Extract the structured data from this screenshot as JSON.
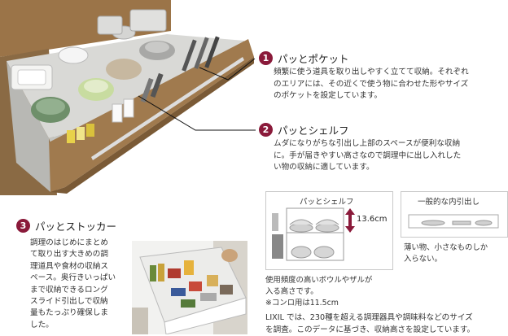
{
  "features": [
    {
      "number": "1",
      "title": "パッとポケット",
      "lines": [
        "頻繁に使う道具を取り出しやすく立てて収納。それぞれ",
        "のエリアには、その近くで使う物に合わせた形やサイズ",
        "のポケットを設定しています。"
      ]
    },
    {
      "number": "2",
      "title": "パッとシェルフ",
      "lines": [
        "ムダになりがちな引出し上部のスペースが便利な収納",
        "に。手が届きやすい高さなので調理中に出し入れした",
        "い物の収納に適しています。"
      ]
    },
    {
      "number": "3",
      "title": "パッとストッカー",
      "lines": [
        "調理のはじめにまとめ",
        "て取り出す大きめの調",
        "理道具や食材の収納ス",
        "ペース。奥行きいっぱい",
        "まで収納できるロング",
        "スライド引出しで収納",
        "量もたっぷり確保しま",
        "した。"
      ]
    }
  ],
  "compare": {
    "shelf_label": "パッとシェルフ",
    "height_label": "13.6cm",
    "normal_label": "一般的な内引出し",
    "normal_note_lines": [
      "薄い物、小さなものしか",
      "入らない。"
    ],
    "shelf_note_lines": [
      "使用頻度の高いボウルやザルが",
      "入る高さです。",
      "※コンロ用は11.5cm"
    ]
  },
  "footer_lines": [
    "LIXIL では、230種を超える調理器具や調味料などのサイズ",
    "を調査。このデータに基づき、収納高さを設定しています。"
  ],
  "colors": {
    "accent": "#8a1a3a",
    "wood": "#a07a4e",
    "border": "#c9c9c9"
  },
  "icons": {
    "height_arrow": "double-arrow-vertical-icon"
  }
}
